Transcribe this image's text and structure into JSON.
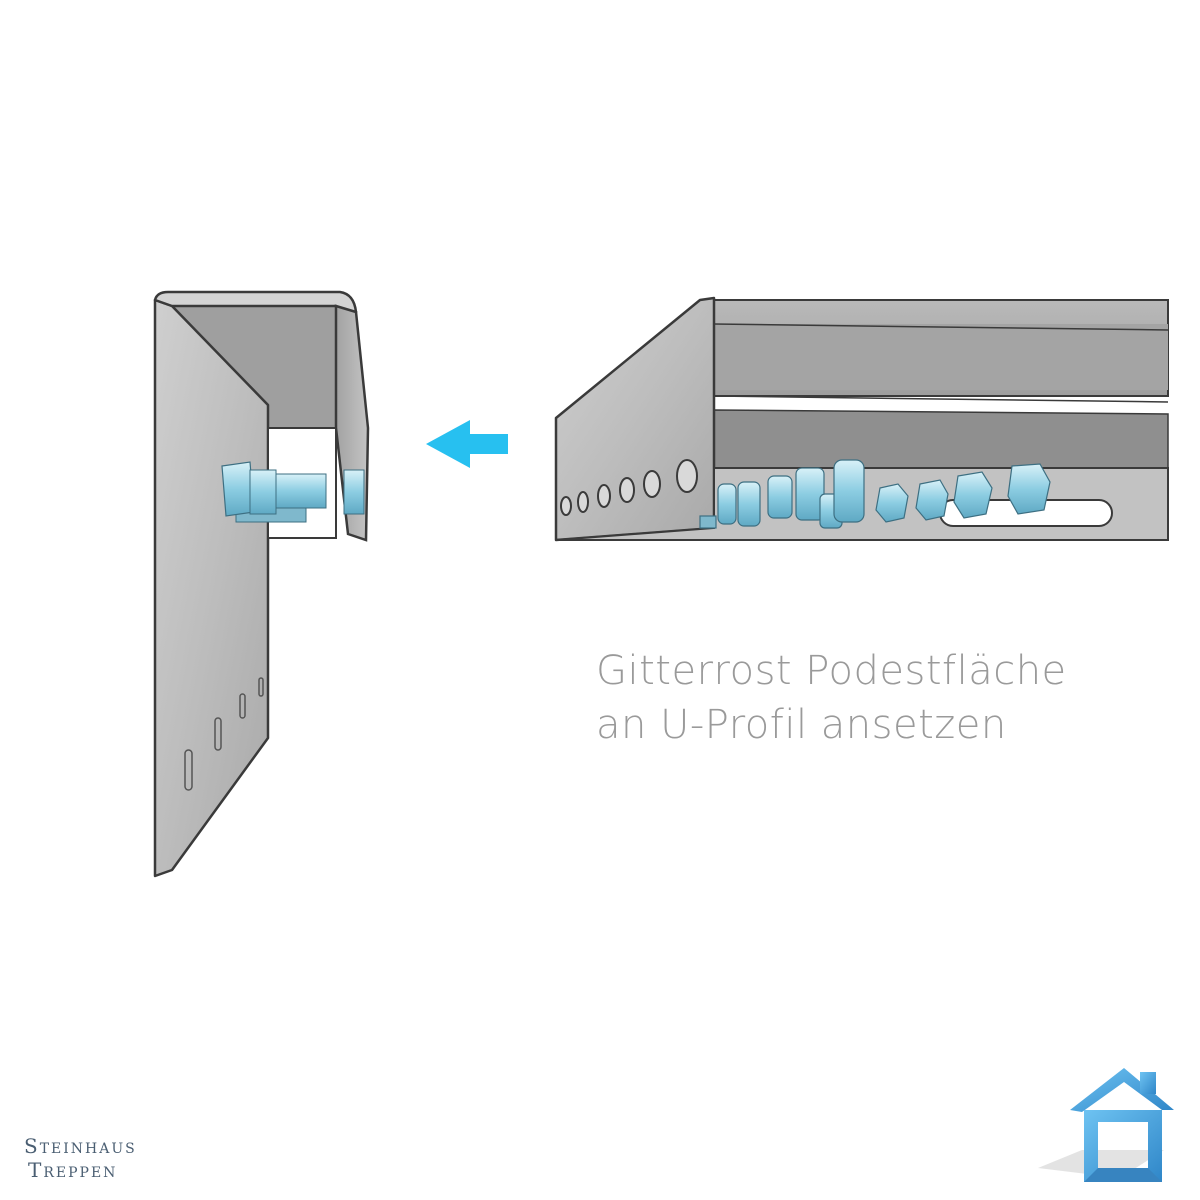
{
  "caption": {
    "line1": "Gitterrost Podestfläche",
    "line2": "an U-Profil ansetzen"
  },
  "brand": {
    "line1": "Steinhaus",
    "line2": "Treppen"
  },
  "colors": {
    "steel_light": "#c9c9c9",
    "steel_mid": "#a8a8a8",
    "steel_dark": "#8c8c8c",
    "outline": "#3a3a3a",
    "arrow": "#27c0f0",
    "bolt": "#9ad4e6",
    "caption_text": "#9a9a9a",
    "brand_text": "#4a5e72",
    "logo_blue": "#3aa0e0"
  },
  "icons": {
    "arrow": "arrow-left-icon",
    "logo": "house-logo-icon"
  }
}
